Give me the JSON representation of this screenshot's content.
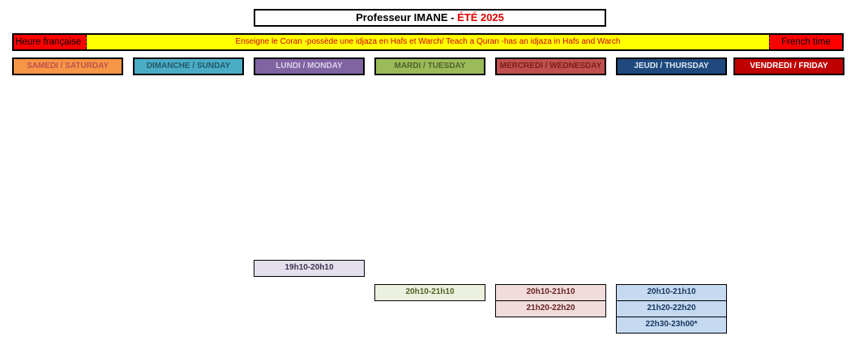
{
  "header": {
    "title_prefix": "Professeur IMANE - ",
    "title_season": "ÉTÉ 2025"
  },
  "banner": {
    "left_label": "Heure française",
    "text": "Enseigne le Coran -possède une idjaza en Hafs et Warch/ Teach a Quran -has an idjaza in Hafs and Warch",
    "right_label": "French time"
  },
  "days": [
    {
      "label": "SAMEDI / SATURDAY",
      "bg": "#f79646",
      "color": "#c0504d"
    },
    {
      "label": "DIMANCHE / SUNDAY",
      "bg": "#4bacc6",
      "color": "#215968"
    },
    {
      "label": "LUNDI / MONDAY",
      "bg": "#8064a2",
      "color": "#dcd0ea"
    },
    {
      "label": "MARDI / TUESDAY",
      "bg": "#9bbb59",
      "color": "#4f6228"
    },
    {
      "label": "MERCREDI / WEDNESDAY",
      "bg": "#c0504d",
      "color": "#7a1e1c"
    },
    {
      "label": "JEUDI / THURSDAY",
      "bg": "#1f497d",
      "color": "#dce6f1"
    },
    {
      "label": "VENDREDI / FRIDAY",
      "bg": "#c00000",
      "color": "#ffffff"
    }
  ],
  "slots": {
    "monday": [
      "19h10-20h10"
    ],
    "tuesday": [
      "20h10-21h10"
    ],
    "wednesday": [
      "20h10-21h10",
      "21h20-22h20"
    ],
    "thursday": [
      "20h10-21h10",
      "21h20-22h20",
      "22h30-23h00*"
    ]
  },
  "slot_colors": {
    "monday": {
      "bg": "#e4dfec",
      "color": "#3f3151"
    },
    "tuesday": {
      "bg": "#ebf1de",
      "color": "#4f6228"
    },
    "wednesday": {
      "bg": "#f2dcdb",
      "color": "#632523"
    },
    "thursday": {
      "bg": "#c5d9f1",
      "color": "#17375e"
    }
  }
}
